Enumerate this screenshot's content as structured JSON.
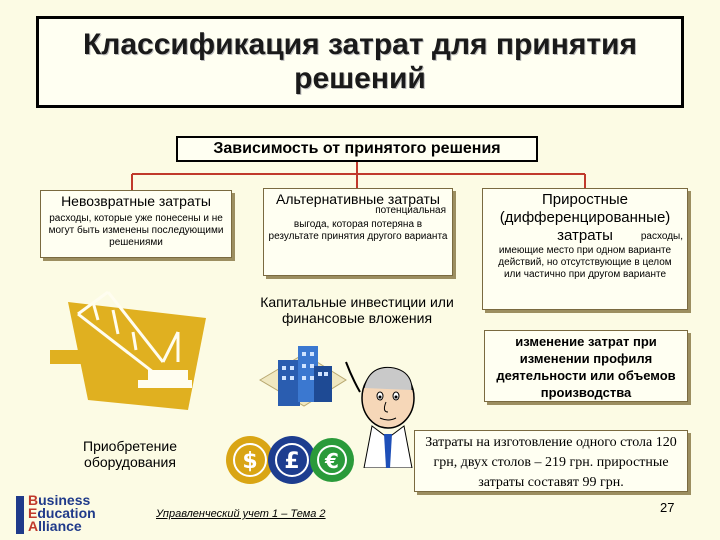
{
  "title": "Классификация затрат для принятия решений",
  "dependency_label": "Зависимость от принятого решения",
  "categories": [
    {
      "heading": "Невозвратные затраты",
      "description": "расходы, которые уже понесены и не могут быть изменены последующими решениями"
    },
    {
      "heading": "Альтернативные затраты",
      "inline_word": "потенциальная",
      "description": "выгода, которая потеряна в результате принятия другого варианта"
    },
    {
      "heading": "Приростные (дифференцированные) затраты",
      "inline_word": "расходы,",
      "description": "имеющие место при одном варианте действий, но отсутствующие в целом или частично при другом варианте"
    }
  ],
  "capital_investments": "Капитальные инвестиции или финансовые вложения",
  "profile_change": "изменение затрат при изменении профиля деятельности или объемов производства",
  "equipment_purchase": "Приобретение оборудования",
  "example": "Затраты на изготовление одного стола 120 грн, двух столов – 219 грн. приростные затраты составят 99 грн.",
  "footer": "Управленческий учет 1 – Тема 2",
  "page_number": "27",
  "logo": {
    "line1_initial": "B",
    "line1_rest": "usiness",
    "line2_initial": "E",
    "line2_rest": "ducation",
    "line3_initial": "A",
    "line3_rest": "lliance"
  },
  "currency_icons": [
    "dollar-icon",
    "pound-icon",
    "euro-icon"
  ],
  "colors": {
    "connector": "#c0392b",
    "crane": "#e0b020",
    "coin_gold": "#d9a514",
    "coin_blue": "#1d3d8f",
    "coin_green": "#2a9a3a",
    "logo_red": "#c0392b",
    "logo_blue": "#1f3a8a"
  }
}
